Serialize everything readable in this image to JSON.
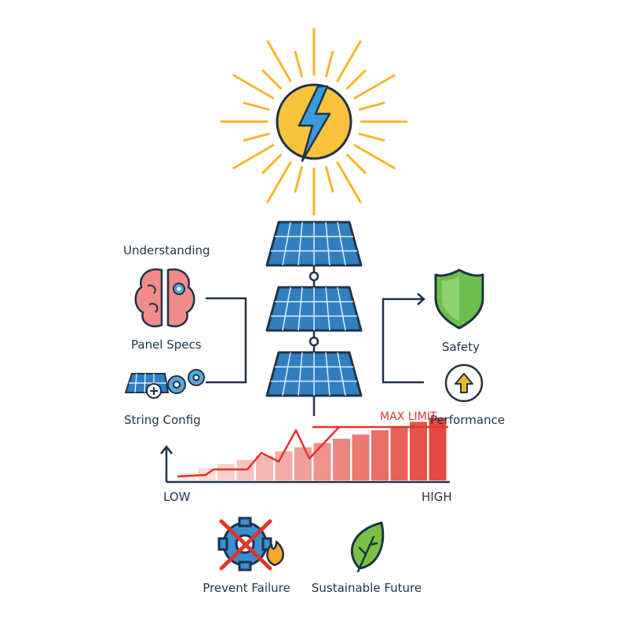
{
  "labels": {
    "understanding": "Understanding",
    "panel_specs": "Panel Specs",
    "string_config": "String Config",
    "safety": "Safety",
    "performance": "Performance",
    "max_limit": "MAX LIMIT",
    "low": "LOW",
    "high": "HIGH",
    "prevent_failure": "Prevent Failure",
    "sustainable_future": "Sustainable Future"
  },
  "icons": {
    "sun": "sun-icon",
    "bolt": "lightning-bolt-icon",
    "brain": "brain-icon",
    "panel_gears": "solar-panel-gears-icon",
    "shield": "shield-icon",
    "performance": "up-arrow-circle-icon",
    "failure": "crossed-gear-flame-icon",
    "leaf": "leaf-icon"
  },
  "colors": {
    "navy": "#1f3347",
    "panel_blue": "#2f7fc1",
    "sun_yellow": "#f7b52c",
    "bolt_blue": "#3a9ad9",
    "limit_red": "#e0352b",
    "shield_green": "#6cbf4f",
    "brain_pink": "#f28b8b"
  }
}
